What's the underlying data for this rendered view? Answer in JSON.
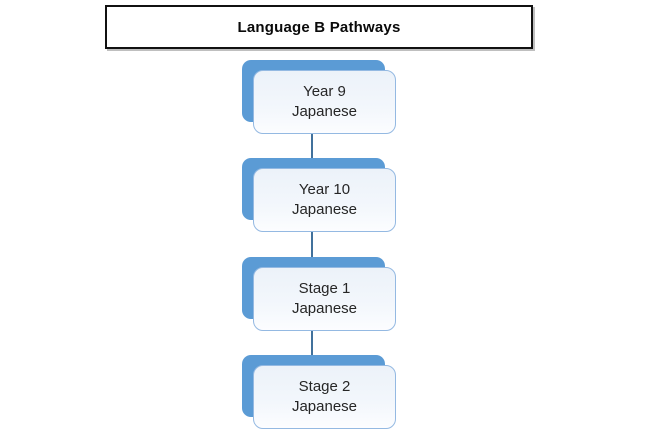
{
  "title": {
    "text": "Language B Pathways"
  },
  "nodes": [
    {
      "line1": "Year 9",
      "line2": "Japanese"
    },
    {
      "line1": "Year 10",
      "line2": "Japanese"
    },
    {
      "line1": "Stage 1",
      "line2": "Japanese"
    },
    {
      "line1": "Stage 2",
      "line2": "Japanese"
    }
  ],
  "colors": {
    "node_back": "#5B9BD5",
    "node_front_border": "#94B9E2",
    "node_front_fill_top": "#ECF2F9",
    "node_front_fill_bottom": "#FCFDFF",
    "connector": "#41719C",
    "title_border": "#111111",
    "text": "#262626"
  }
}
